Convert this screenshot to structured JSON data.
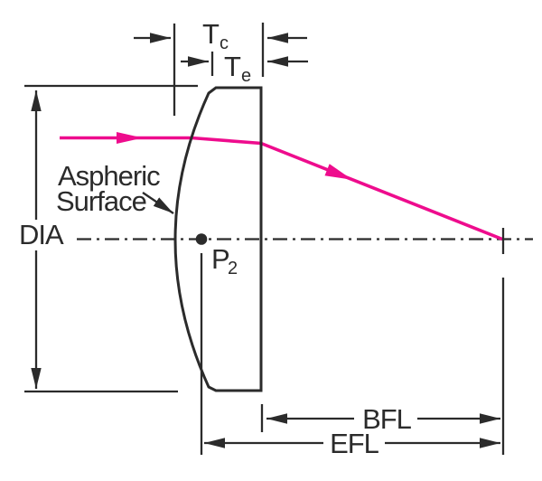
{
  "diagram": {
    "title": "Aspheric lens cross-section diagram",
    "labels": {
      "tc_main": "T",
      "tc_sub": "c",
      "te_main": "T",
      "te_sub": "e",
      "dia": "DIA",
      "aspheric_line1": "Aspheric",
      "aspheric_line2": "Surface",
      "p2_main": "P",
      "p2_sub": "2",
      "bfl": "BFL",
      "efl": "EFL"
    },
    "colors": {
      "line": "#2b2b2b",
      "ray": "#ee0c8d",
      "background": "#ffffff"
    }
  }
}
